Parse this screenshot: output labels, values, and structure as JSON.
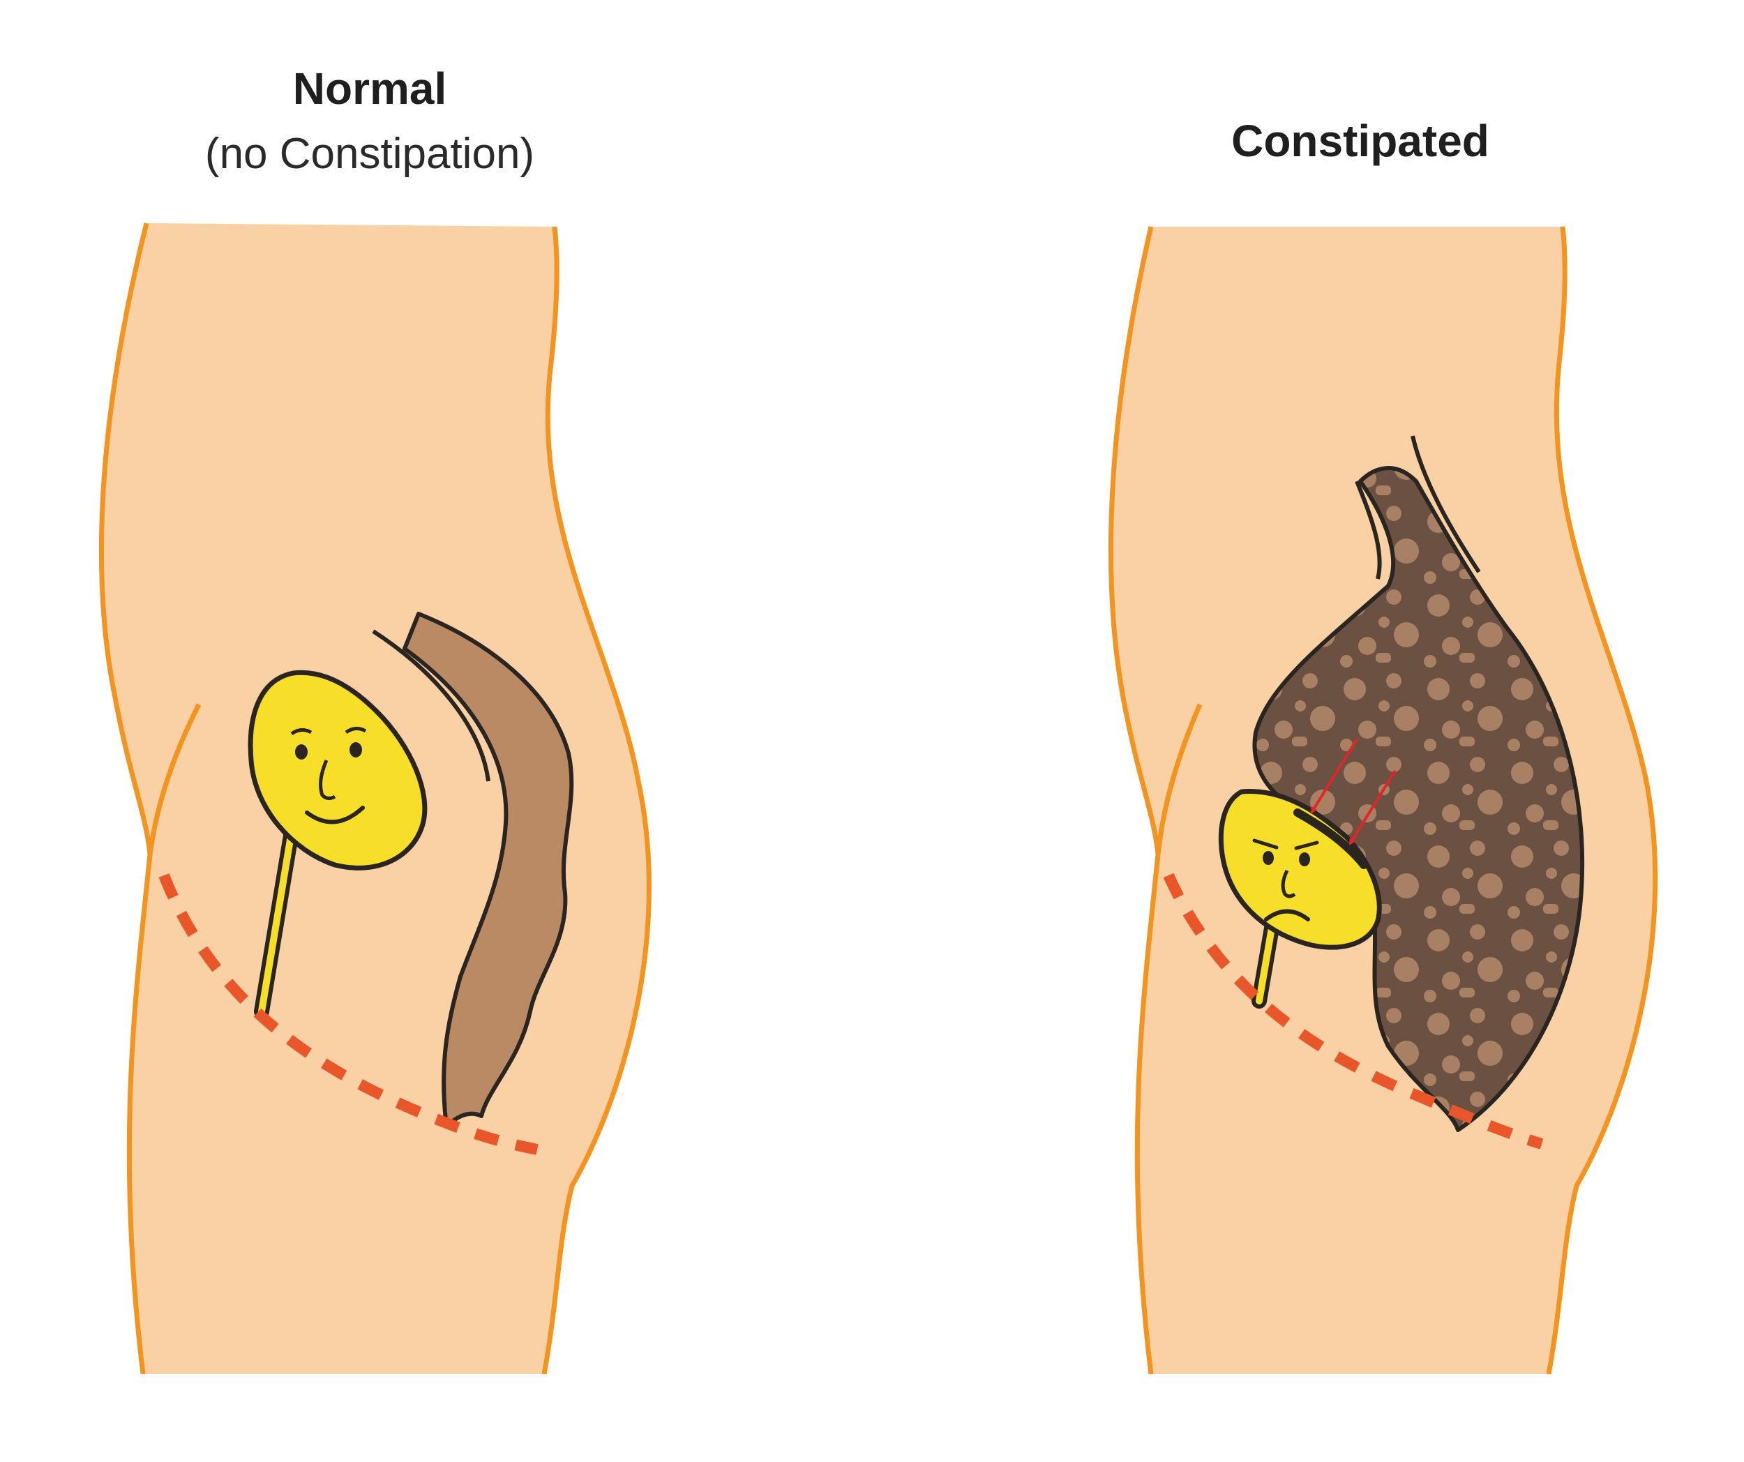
{
  "panels": {
    "normal": {
      "title": "Normal",
      "subtitle": "(no Constipation)"
    },
    "constipated": {
      "title": "Constipated"
    }
  },
  "colors": {
    "skin": "#f9d1a4",
    "outline": "#f2941f",
    "bladder": "#f7df29",
    "rectum_normal": "#b98a64",
    "stool_dark": "#6b5141",
    "stool_light": "#a88064",
    "dashed_line": "#e8562a",
    "arrow": "#e0262a",
    "ink": "#2a2520"
  },
  "icons": {
    "normal_face": "smile-face-icon",
    "constipated_face": "frown-face-icon"
  }
}
